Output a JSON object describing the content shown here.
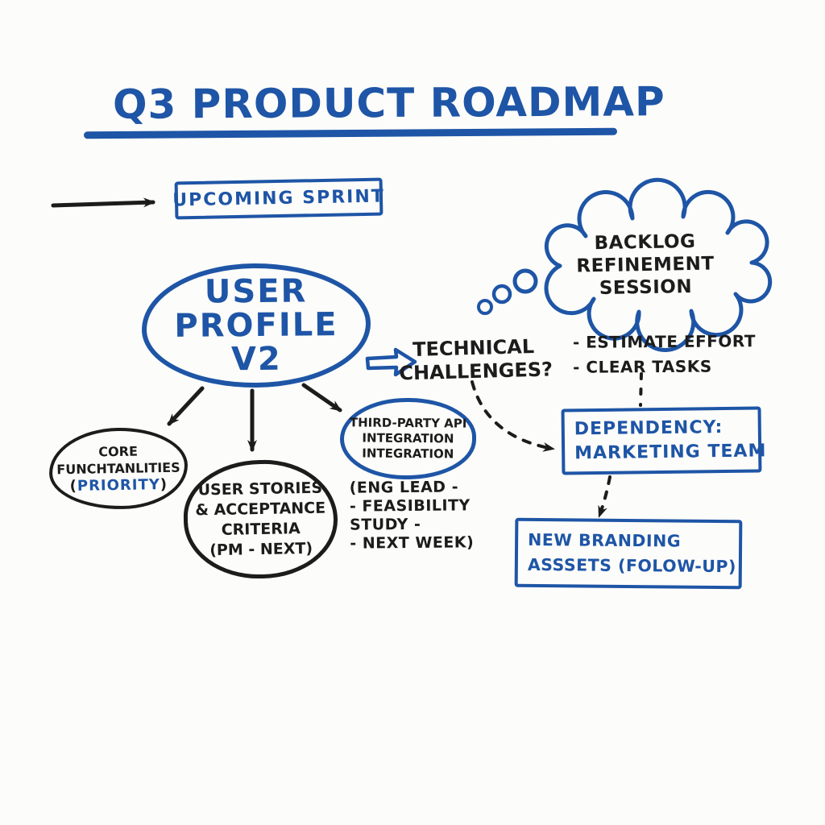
{
  "colors": {
    "blue": "#1e55a6",
    "ink": "#1c1c1c",
    "bg": "#fcfcfa"
  },
  "title": {
    "text": "Q3 PRODUCT ROADMAP"
  },
  "nodes": {
    "upcoming_sprint": {
      "label": "UPCOMING SPRINT"
    },
    "user_profile": {
      "line1": "USER",
      "line2": "PROFILE",
      "line3": "V2"
    },
    "backlog_cloud": {
      "line1": "BACKLOG",
      "line2": "REFINEMENT",
      "line3": "SESSION"
    },
    "technical_challenges": {
      "line1": "TECHNICAL",
      "line2": "CHALLENGES?"
    },
    "refinement_list": {
      "item1": "- ESTIMATE EFFORT",
      "item2": "- CLEAR TASKS"
    },
    "core_functionalities": {
      "line1": "CORE",
      "line2": "FUNCHTANLITIES",
      "paren_open": "(",
      "highlight": "PRIORITY",
      "paren_close": ")"
    },
    "user_stories": {
      "line1": "USER STORIES",
      "line2": "& ACCEPTANCE",
      "line3": "CRITERIA",
      "line4": "(PM - NEXT)"
    },
    "third_party_api": {
      "line1": "THIRD-PARTY API",
      "line2": "INTEGRATION",
      "line3": "INTEGRATION"
    },
    "eng_lead_note": {
      "line1": "(ENG LEAD -",
      "line2": "- FEASIBILITY",
      "line3": "STUDY -",
      "line4": "- NEXT WEEK)"
    },
    "dependency": {
      "line1": "DEPENDENCY:",
      "line2": "MARKETING TEAM"
    },
    "new_branding": {
      "line1": "NEW BRANDING",
      "line2": "ASSSETS (FOLOW-UP)"
    }
  }
}
